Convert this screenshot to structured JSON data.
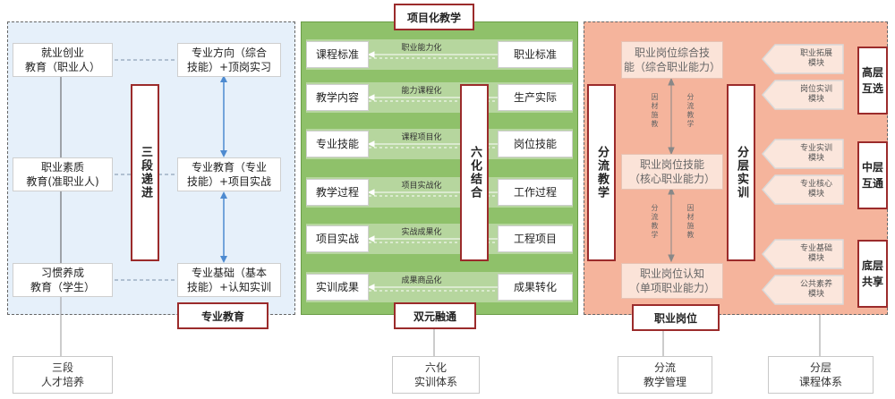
{
  "panel1": {
    "left_boxes": [
      "就业创业\n教育（职业人）",
      "职业素质\n教育(准职业人)",
      "习惯养成\n教育（学生）"
    ],
    "right_boxes": [
      "专业方向（综合\n技能）+顶岗实习",
      "专业教育（专业\n技能）+项目实战",
      "专业基础（基本\n技能）+认知实训"
    ],
    "vertical_label": "三段递进",
    "tag": "专业教育"
  },
  "panel2": {
    "top_tag": "项目化教学",
    "left_boxes": [
      "课程标准",
      "教学内容",
      "专业技能",
      "教学过程",
      "项目实战",
      "实训成果"
    ],
    "arrow_labels": [
      "职业能力化",
      "能力课程化",
      "课程项目化",
      "项目实战化",
      "实战成果化",
      "成果商品化"
    ],
    "right_boxes": [
      "职业标准",
      "生产实际",
      "岗位技能",
      "工作过程",
      "工程项目",
      "成果转化"
    ],
    "vertical_label": "六化结合",
    "bottom_tag": "双元融通"
  },
  "panel3": {
    "vertical_left": "分流教学",
    "vertical_right": "分层实训",
    "levels": [
      "职业岗位综合技\n能（综合职业能力）",
      "职业岗位技能\n（核心职业能力）",
      "职业岗位认知\n（单项职业能力）"
    ],
    "side_notes": [
      "因材施教",
      "分流教学",
      "分流教学",
      "因材施教"
    ],
    "modules": [
      "职业拓展\n模块",
      "岗位实训\n模块",
      "专业实训\n模块",
      "专业核心\n模块",
      "专业基础\n模块",
      "公共素养\n模块"
    ],
    "right_tags": [
      "高层\n互选",
      "中层\n互通",
      "底层\n共享"
    ],
    "tag": "职业岗位"
  },
  "bottom": [
    "三段\n人才培养",
    "六化\n实训体系",
    "分流\n教学管理",
    "分层\n课程体系"
  ]
}
